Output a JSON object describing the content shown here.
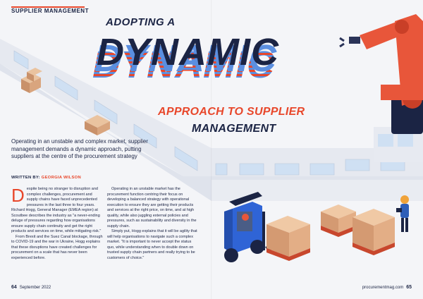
{
  "section_label": "SUPPLIER MANAGEMENT",
  "headline": {
    "kicker": "ADOPTING A",
    "main": "DYNAMIC",
    "line3": "APPROACH TO SUPPLIER",
    "line4": "MANAGEMENT"
  },
  "standfirst": "Operating in an unstable and complex market, supplier management demands a dynamic approach, putting suppliers at the centre of the procurement strategy",
  "byline": {
    "prefix": "WRITTEN BY:",
    "author": "GEORGIA WILSON"
  },
  "body": {
    "dropcap": "D",
    "col1_p1": "espite being no stranger to disruption and complex challenges, procurement and supply chains have faced unprecedented pressures in the last three to four years. Richard Hogg, General Manager (EMEA region) at Scoutbee describes the industry as \"a never-ending deluge of pressures regarding how organisations ensure supply chain continuity and get the right products and services on time, while mitigating risk.\"",
    "col1_p2": "From Brexit and the Suez Canal blockage, through to COVID-19 and the war in Ukraine, Hogg explains that these disruptions have created challenges for procurement on a scale that has never been experienced before.",
    "col2_p1": "Operating in an unstable market has the procurement function centring their focus on developing a balanced strategy with operational execution to ensure they are getting their products and services at the right price, on time, and at high quality, while also juggling external policies and pressures, such as sustainability and diversity in the supply chain.",
    "col2_p2": "Simply put, Hogg explains that it will be agility that will help organisations to navigate such a complex market. \"It is important to never accept the status quo, while understanding when to double down on trusted supply chain partners and really trying to be customers of choice.\""
  },
  "footer": {
    "left_page": "64",
    "left_date": "September 2022",
    "right_site": "procurementmag.com",
    "right_page": "65"
  },
  "colors": {
    "navy": "#1b2444",
    "accent_red": "#e8472b",
    "blue_stripe": "#5b8fe0",
    "robot_orange": "#e8563a",
    "forklift_blue": "#2f64d6",
    "crate_tan": "#e0b48e",
    "background": "#f4f5f8"
  }
}
